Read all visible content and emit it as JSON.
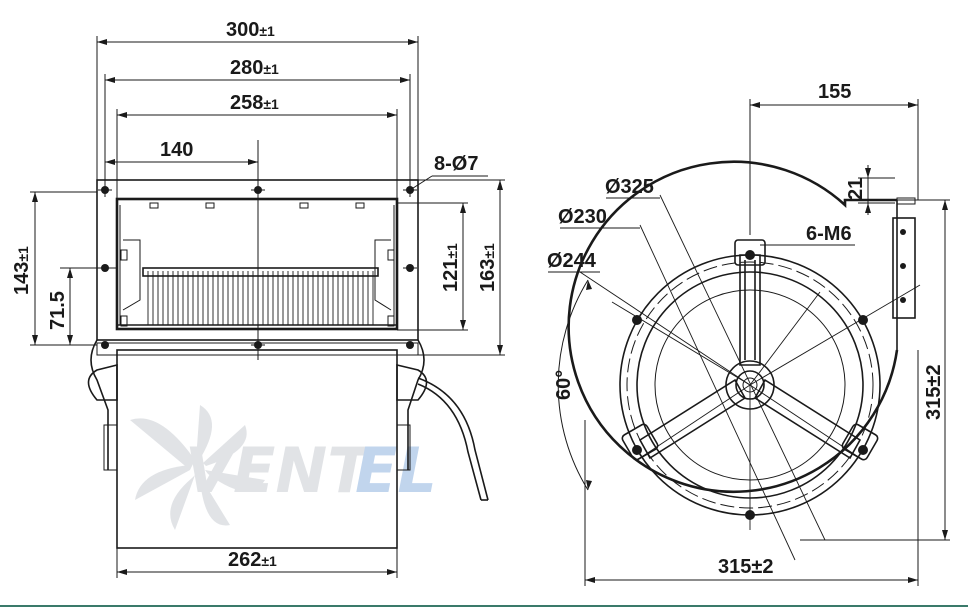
{
  "front_view": {
    "width_overall": {
      "main": "300",
      "tol": "±1"
    },
    "width_flange": {
      "main": "280",
      "tol": "±1"
    },
    "width_opening": {
      "main": "258",
      "tol": "±1"
    },
    "hole_offset": {
      "main": "140",
      "tol": ""
    },
    "holes": {
      "main": "8-Ø7",
      "tol": ""
    },
    "height_overall": {
      "main": "143",
      "tol": "±1"
    },
    "height_half": {
      "main": "71.5",
      "tol": ""
    },
    "height_opening": {
      "main": "121",
      "tol": "±1"
    },
    "height_flange": {
      "main": "163",
      "tol": "±1"
    },
    "width_housing": {
      "main": "262",
      "tol": "±1"
    }
  },
  "side_view": {
    "offset_top": {
      "main": "155",
      "tol": ""
    },
    "offset_small": {
      "main": "21",
      "tol": ""
    },
    "dia_outer": {
      "main": "Ø325",
      "tol": ""
    },
    "dia_inner": {
      "main": "Ø230",
      "tol": ""
    },
    "dia_bolt": {
      "main": "Ø244",
      "tol": ""
    },
    "threads": {
      "main": "6-M6",
      "tol": ""
    },
    "angle": {
      "main": "60°",
      "tol": ""
    },
    "height": {
      "main": "315",
      "tol": "±2"
    },
    "width": {
      "main": "315",
      "tol": "±2"
    }
  },
  "watermark": {
    "text_dark": "VENT",
    "text_accent": "EL",
    "accent_color": "#8fb4e0",
    "main_color": "#c9cdd3"
  }
}
